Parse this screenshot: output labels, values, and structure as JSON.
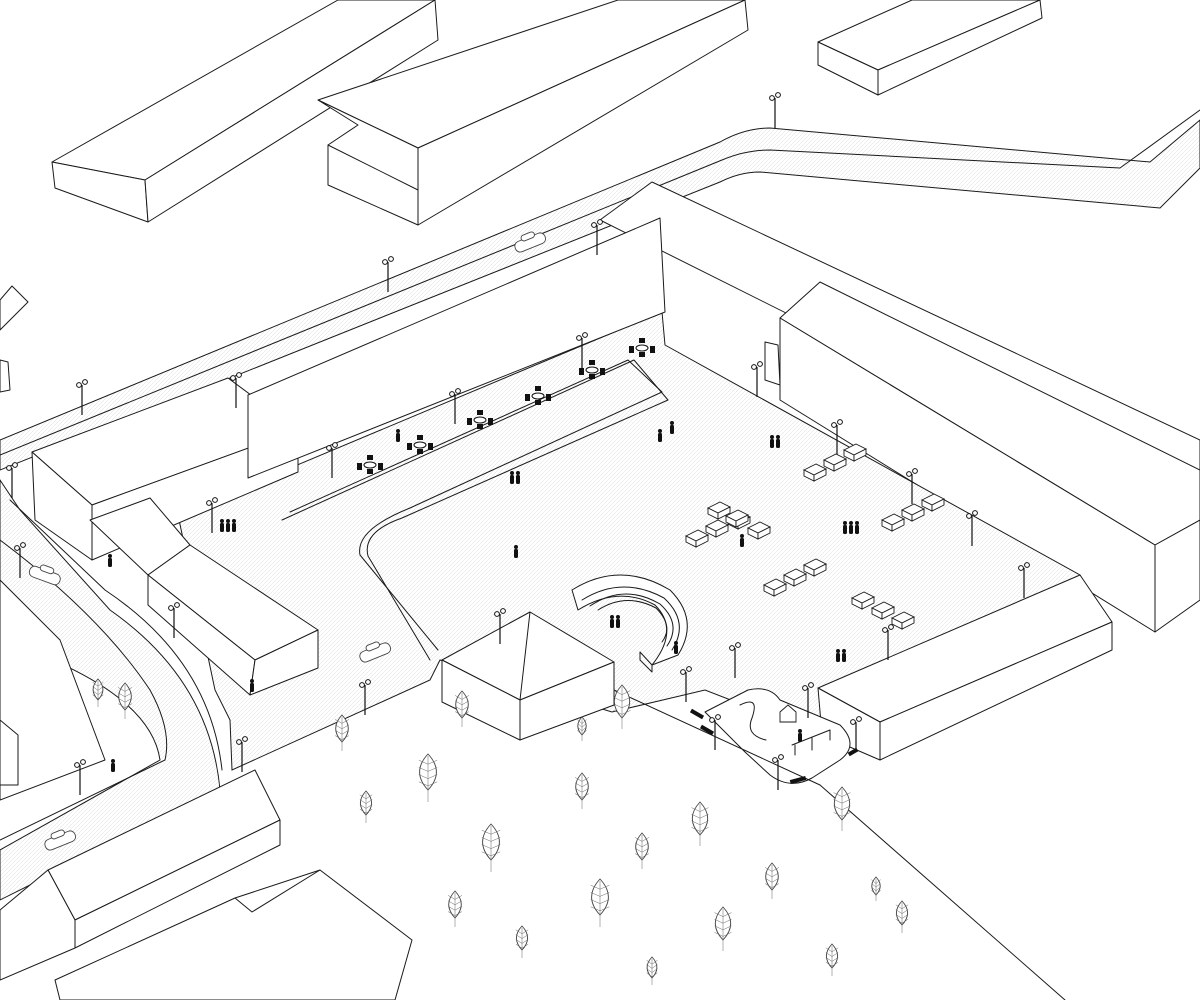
{
  "scene": {
    "style": "axonometric line drawing",
    "colors": {
      "line": "#1a1a1a",
      "background": "#ffffff",
      "figures": "#111111"
    },
    "features": [
      "buildings",
      "paved-plaza",
      "curving-road",
      "amphitheater-steps",
      "market-stalls",
      "cafe-tables",
      "playground",
      "street-lamps",
      "trees",
      "people",
      "cars",
      "benches"
    ]
  }
}
